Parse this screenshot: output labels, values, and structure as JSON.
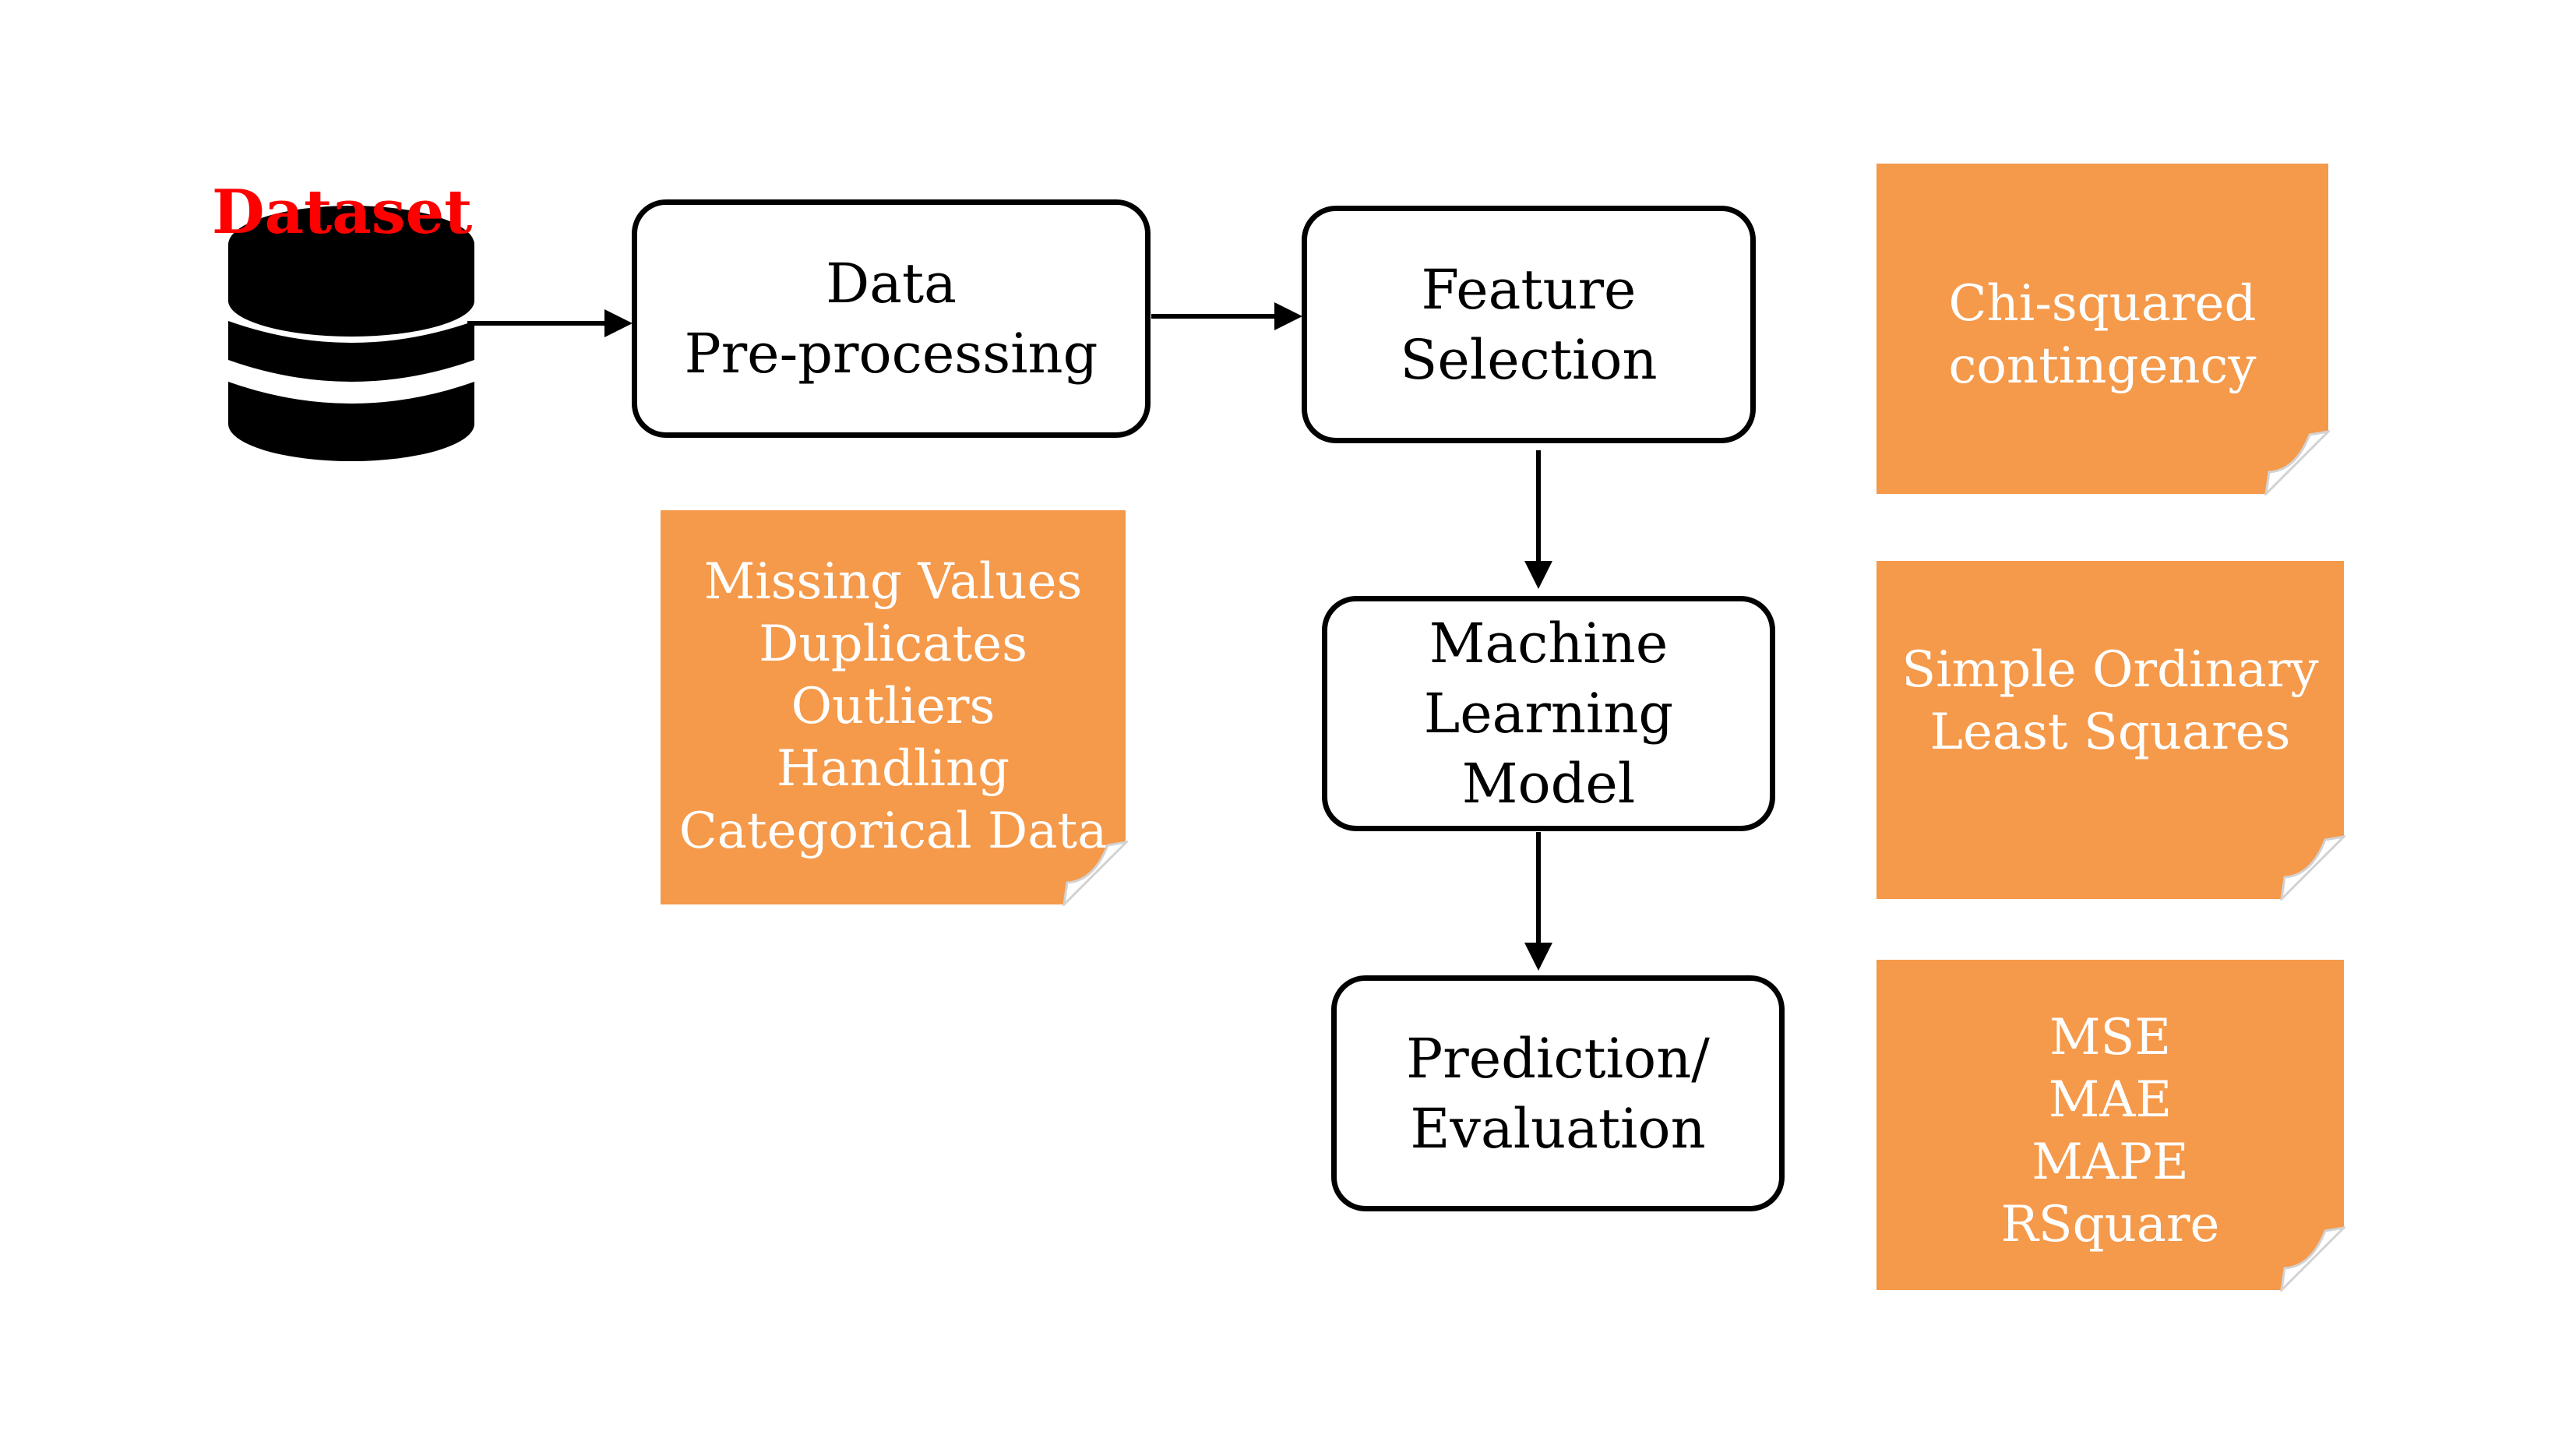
{
  "colors": {
    "note": "#F5994A",
    "note_text": "#FFFFFF",
    "dataset_label": "#FF0000",
    "stroke": "#000000"
  },
  "dataset": {
    "label": "Dataset",
    "icon": "database-icon"
  },
  "steps": {
    "preprocessing": {
      "line1": "Data",
      "line2": "Pre-processing"
    },
    "feature_selection": {
      "line1": "Feature",
      "line2": "Selection"
    },
    "model": {
      "line1": "Machine",
      "line2": "Learning",
      "line3": "Model"
    },
    "evaluation": {
      "line1": "Prediction/",
      "line2": "Evaluation"
    }
  },
  "notes": {
    "preprocessing": [
      "Missing Values",
      "Duplicates",
      "Outliers",
      "Handling",
      "Categorical Data"
    ],
    "feature_selection": [
      "Chi-squared",
      "contingency"
    ],
    "model": [
      "Simple Ordinary",
      "Least Squares"
    ],
    "evaluation": [
      "MSE",
      "MAE",
      "MAPE",
      "RSquare"
    ]
  }
}
